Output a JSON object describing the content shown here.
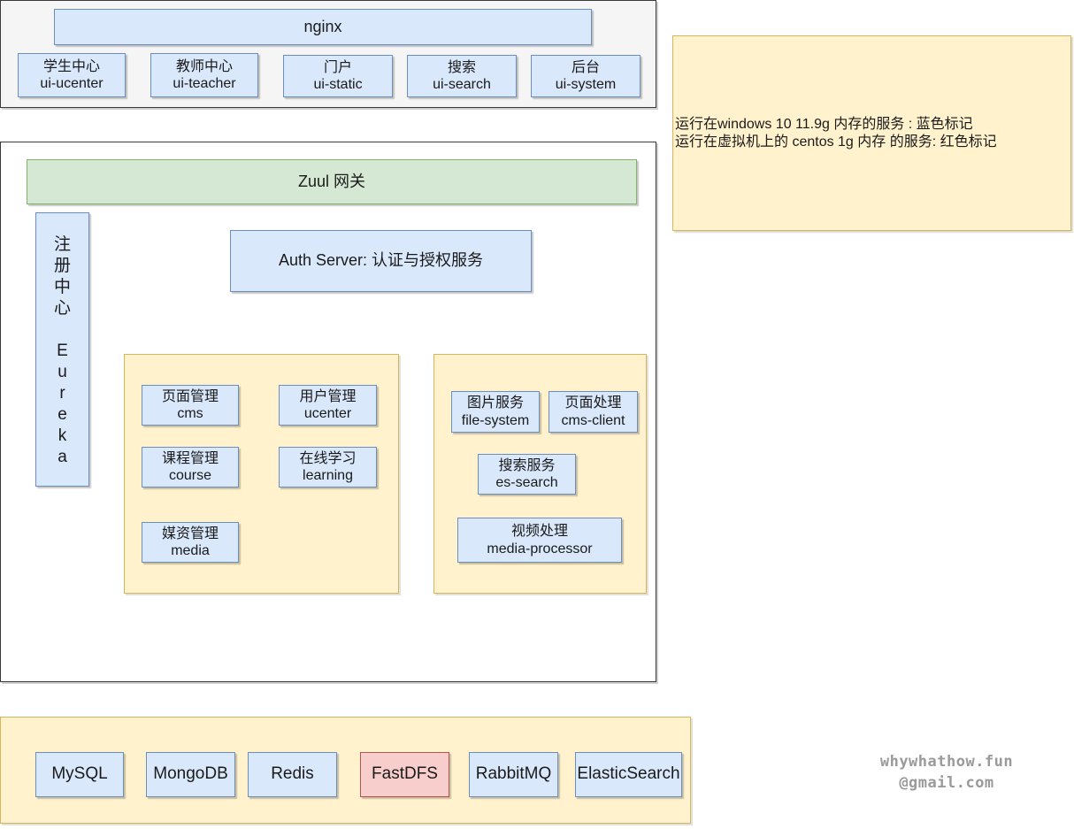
{
  "frontend": {
    "nginx": "nginx",
    "uis": [
      {
        "cn": "学生中心",
        "en": "ui-ucenter"
      },
      {
        "cn": "教师中心",
        "en": "ui-teacher"
      },
      {
        "cn": "门户",
        "en": "ui-static"
      },
      {
        "cn": "搜索",
        "en": "ui-search"
      },
      {
        "cn": "后台",
        "en": "ui-system"
      }
    ]
  },
  "backend": {
    "gateway": "Zuul 网关",
    "registry": {
      "chars": [
        "注",
        "册",
        "中",
        "心",
        "",
        "E",
        "u",
        "r",
        "e",
        "k",
        "a"
      ]
    },
    "auth": "Auth Server: 认证与授权服务",
    "services_left": [
      {
        "cn": "页面管理",
        "en": "cms"
      },
      {
        "cn": "用户管理",
        "en": "ucenter"
      },
      {
        "cn": "课程管理",
        "en": "course"
      },
      {
        "cn": "在线学习",
        "en": "learning"
      },
      {
        "cn": "媒资管理",
        "en": "media"
      }
    ],
    "services_right": [
      {
        "cn": "图片服务",
        "en": "file-system"
      },
      {
        "cn": "页面处理",
        "en": "cms-client"
      },
      {
        "cn": "搜索服务",
        "en": "es-search"
      },
      {
        "cn": "视频处理",
        "en": "media-processor"
      }
    ]
  },
  "infra": [
    "MySQL",
    "MongoDB",
    "Redis",
    "FastDFS",
    "RabbitMQ",
    "ElasticSearch"
  ],
  "legend": {
    "line1": "运行在windows  10  11.9g 内存的服务 : 蓝色标记",
    "line2": "运行在虚拟机上的 centos  1g 内存 的服务: 红色标记"
  },
  "signature": {
    "line1": "whywhathow.fun",
    "line2": "@gmail.com"
  },
  "colors": {
    "blue_fill": "#dae8fc",
    "green_fill": "#d5e8d4",
    "red_fill": "#f8cecc",
    "yellow_fill": "#fff2cc"
  }
}
